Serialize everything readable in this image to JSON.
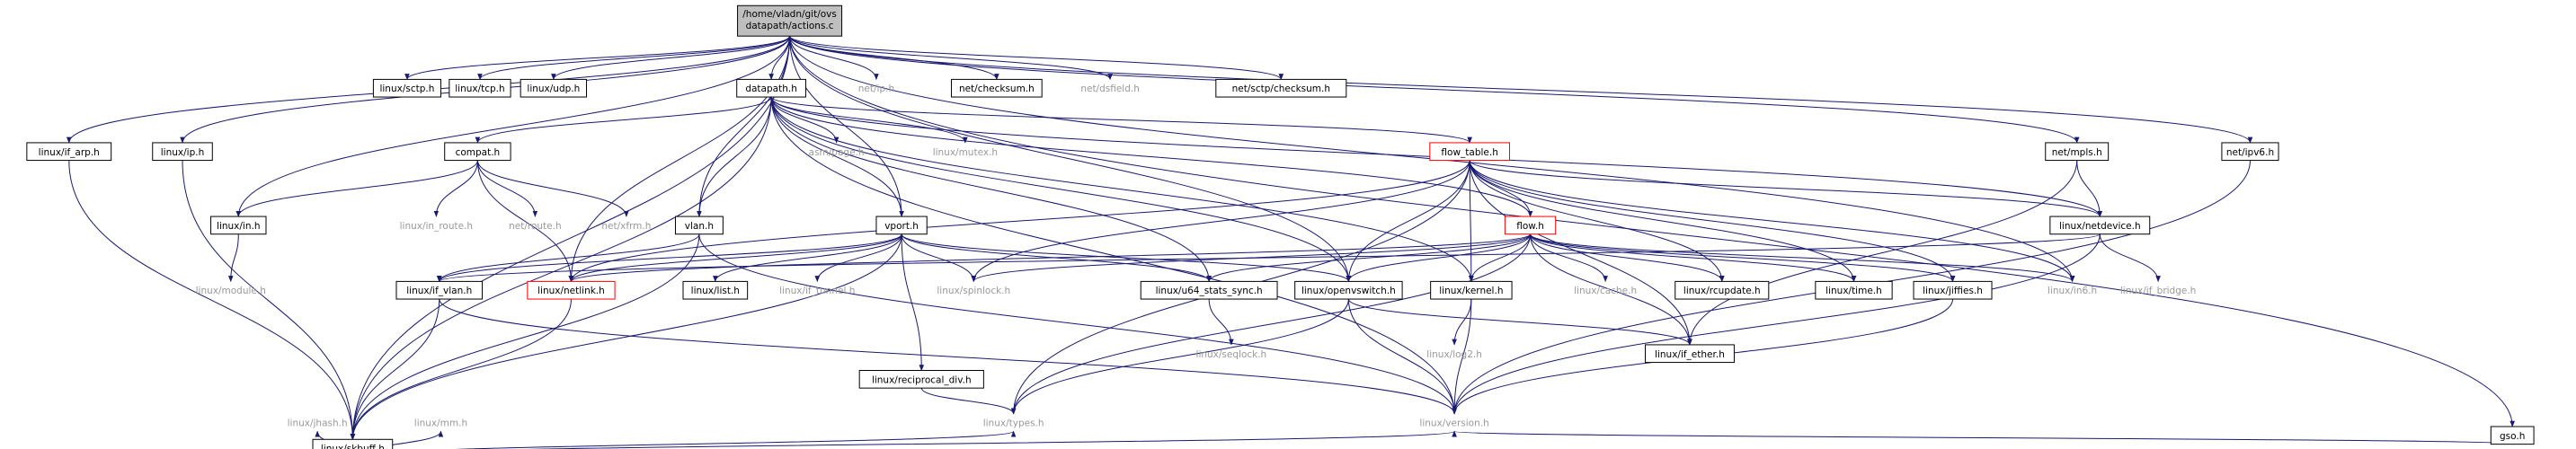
{
  "graph": {
    "root": {
      "line1": "/home/vladn/git/ovs",
      "line2": "datapath/actions.c"
    },
    "nodes": {
      "if_arp": "linux/if_arp.h",
      "skbuff": "linux/skbuff.h",
      "ip": "linux/ip.h",
      "in": "linux/in.h",
      "sctp": "linux/sctp.h",
      "tcp": "linux/tcp.h",
      "udp": "linux/udp.h",
      "datapath": "datapath.h",
      "netip": "net/ip.h",
      "checksum": "net/checksum.h",
      "dsfield": "net/dsfield.h",
      "sctpchecksum": "net/sctp/checksum.h",
      "mpls": "net/mpls.h",
      "ipv6": "net/ipv6.h",
      "gso": "gso.h",
      "compat": "compat.h",
      "asmpage": "asm/page.h",
      "mutex": "linux/mutex.h",
      "flowtable": "flow_table.h",
      "module": "linux/module.h",
      "inroute": "linux/in_route.h",
      "netroute": "net/route.h",
      "xfrm": "net/xfrm.h",
      "vlan": "vlan.h",
      "vport": "vport.h",
      "flow": "flow.h",
      "netdevice": "linux/netdevice.h",
      "ifvlan": "linux/if_vlan.h",
      "netlink": "linux/netlink.h",
      "list": "linux/list.h",
      "iftunnel": "linux/if_tunnel.h",
      "spinlock": "linux/spinlock.h",
      "u64stats": "linux/u64_stats_sync.h",
      "openvswitch": "linux/openvswitch.h",
      "kernel": "linux/kernel.h",
      "cache": "linux/cache.h",
      "rcupdate": "linux/rcupdate.h",
      "time": "linux/time.h",
      "jiffies": "linux/jiffies.h",
      "in6": "linux/in6.h",
      "ifbridge": "linux/if_bridge.h",
      "reciprocal": "linux/reciprocal_div.h",
      "seqlock": "linux/seqlock.h",
      "log2": "linux/log2.h",
      "ifether": "linux/if_ether.h",
      "jhash": "linux/jhash.h",
      "mm": "linux/mm.h",
      "types": "linux/types.h",
      "version": "linux/version.h"
    }
  },
  "colors": {
    "root_fill": "#bfbfbf",
    "node_border": "#000000",
    "highlight_border": "#ff0000",
    "external_text": "#999999",
    "edge": "#191970"
  }
}
